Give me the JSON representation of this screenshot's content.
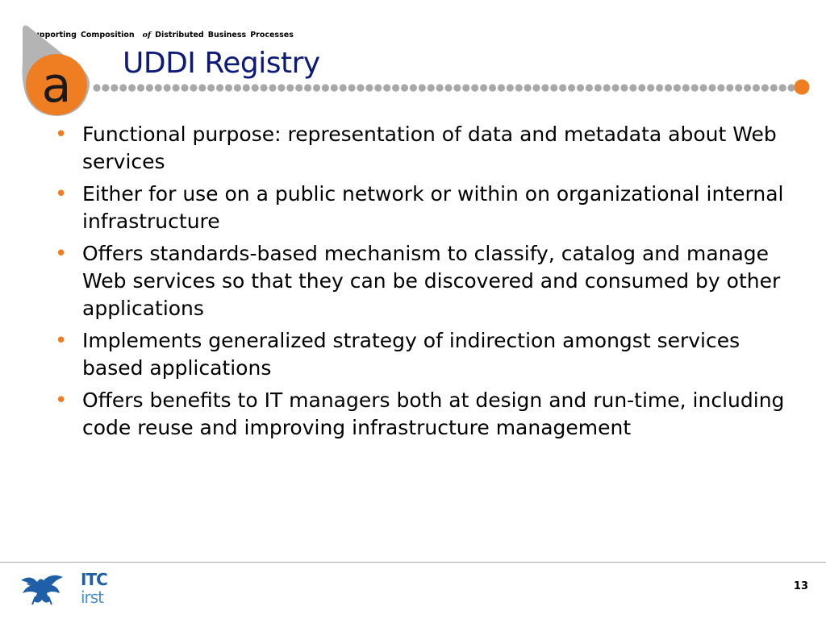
{
  "header": {
    "tagline_initial": "S",
    "tagline_rest": "upporting",
    "tagline_word2": "Composition",
    "tagline_of": "of",
    "tagline_word3": "Distributed",
    "tagline_word4": "Business",
    "tagline_word5": "Processes",
    "logo_letter": "a"
  },
  "slide": {
    "title": "UDDI Registry",
    "bullets": [
      {
        "text": "Functional purpose: representation of data and metadata about Web services"
      },
      {
        "text": "Either for use on a public network or within on organizational internal infrastructure"
      },
      {
        "text": "Offers standards-based mechanism to classify, catalog and manage Web services so that they can be discovered and consumed by other applications"
      },
      {
        "text": "Implements generalized strategy of indirection amongst services based applications"
      },
      {
        "text": "Offers benefits to IT managers both at design and run-time, including code reuse and improving infrastructure management"
      }
    ],
    "bullet_symbol": "•"
  },
  "footer": {
    "logo_text_top": "ITC",
    "logo_text_bottom": "irst",
    "page_number": "13"
  },
  "colors": {
    "accent_orange": "#ef7d22",
    "title_blue": "#0d1a7a",
    "dot_grey": "#a8a8a8",
    "logo_blue": "#1f5fa8"
  }
}
